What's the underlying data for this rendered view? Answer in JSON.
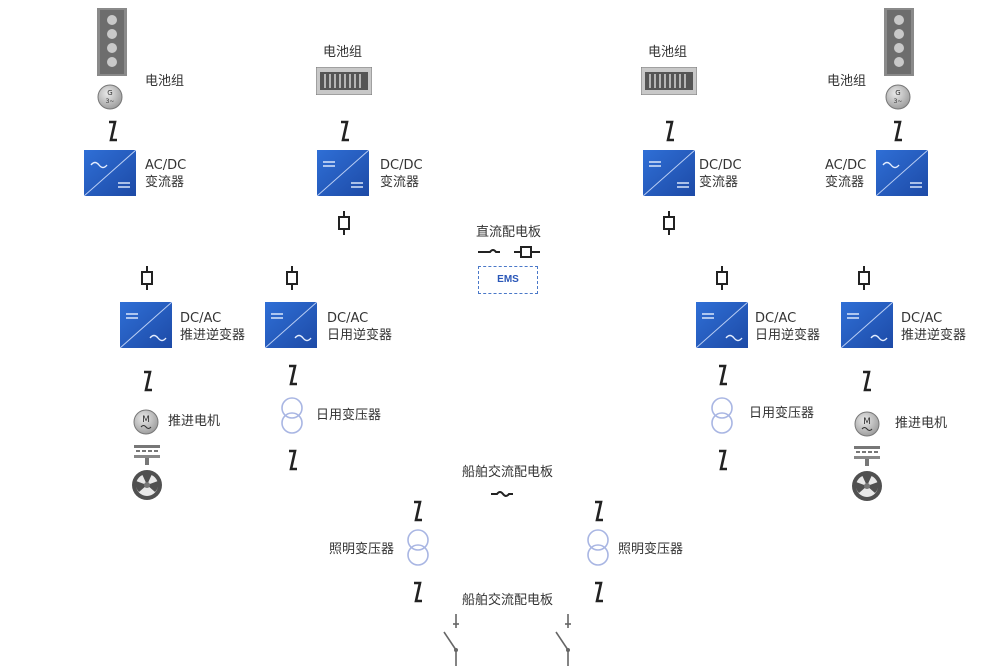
{
  "labels": {
    "battery": "电池组",
    "ac_dc": "AC/DC",
    "dc_dc": "DC/DC",
    "converter": "变流器",
    "dc_ac": "DC/AC",
    "propulsion_inverter": "推进逆变器",
    "daily_inverter": "日用逆变器",
    "propulsion_motor": "推进电机",
    "daily_transformer": "日用变压器",
    "lighting_transformer": "照明变压器",
    "dc_switchboard": "直流配电板",
    "ems": "EMS",
    "ac_switchboard": "船舶交流配电板"
  },
  "icons": {
    "generator": "generator-g3-icon",
    "converter": "power-converter-icon",
    "transformer": "transformer-icon",
    "motor": "motor-m-icon",
    "propeller": "propeller-icon",
    "battery_rack": "battery-rack-icon",
    "battery_cell": "battery-cell-icon",
    "breaker": "circuit-breaker-icon",
    "fuse": "fuse-icon"
  },
  "colors": {
    "converter_blue": "#2d63c8",
    "converter_dark": "#1f3f86",
    "transformer_circle": "#a9b6e3",
    "ems_border": "#4a78c8"
  }
}
